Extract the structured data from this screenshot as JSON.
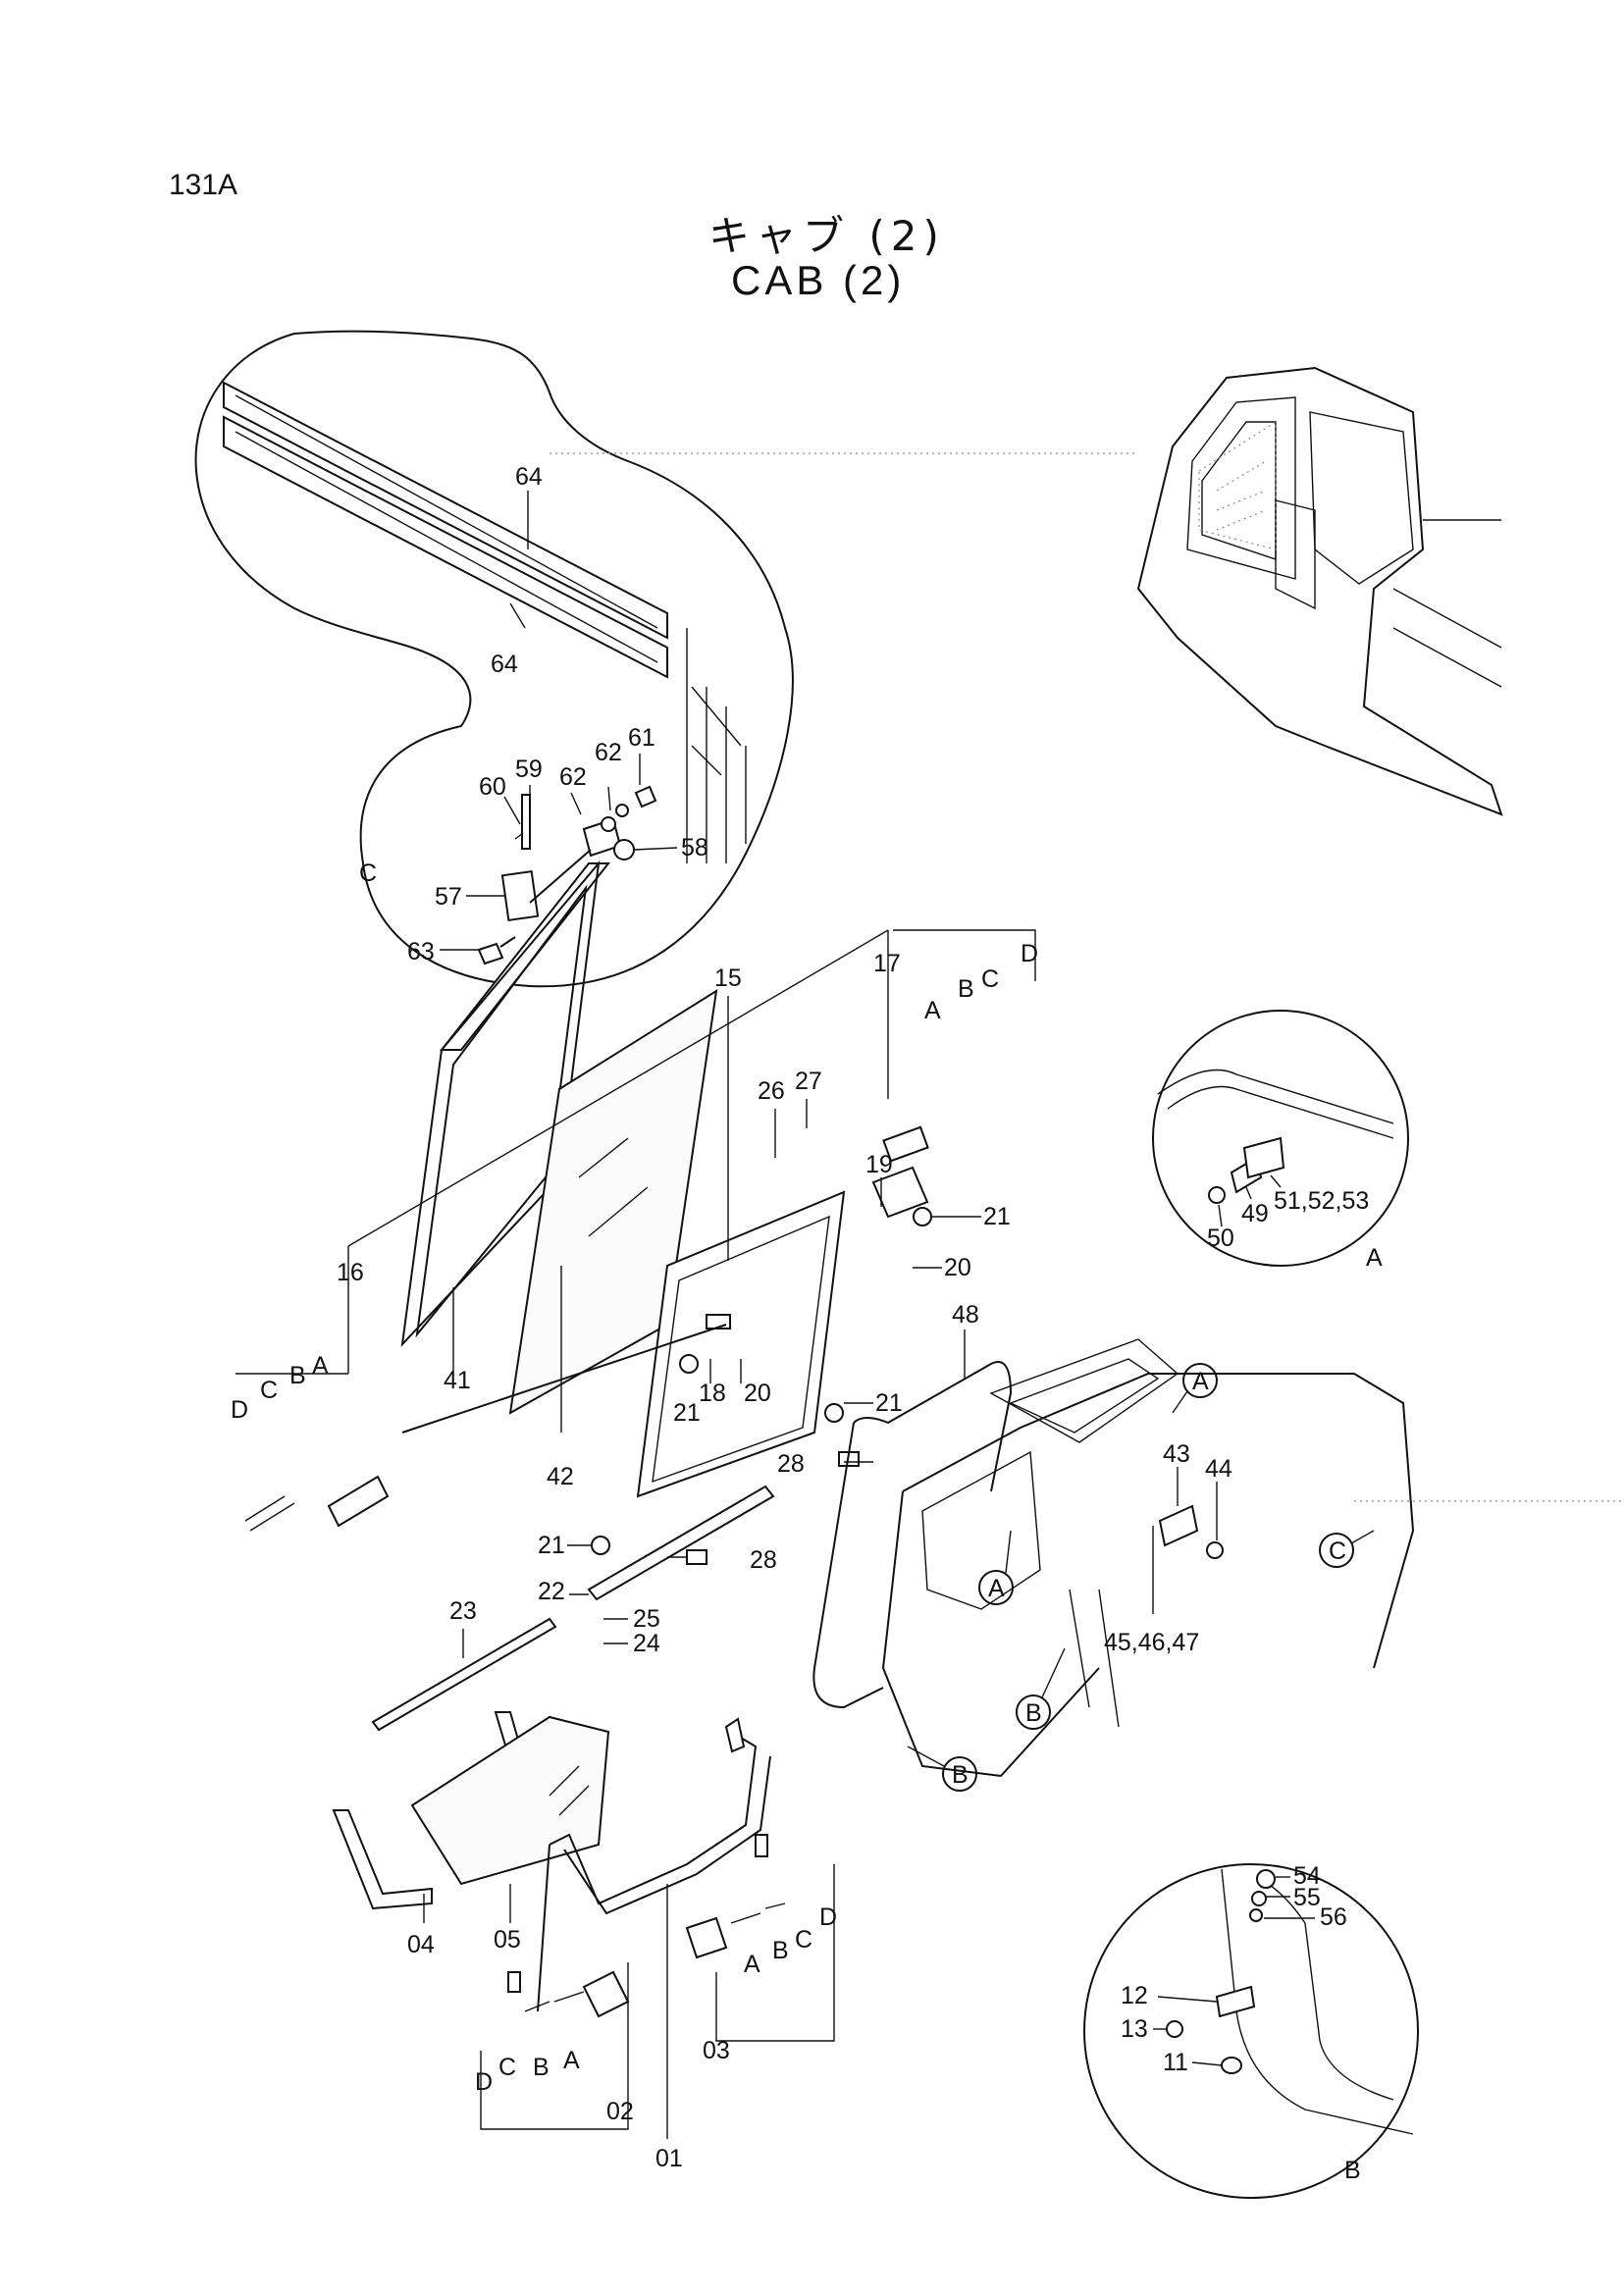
{
  "header": {
    "page_number": "131A",
    "title_jp": "キャブ (2)",
    "title_en": "CAB (2)"
  },
  "detail_labels": {
    "A": "A",
    "B": "B",
    "C": "C"
  },
  "callouts": {
    "p64a": "64",
    "p64b": "64",
    "p60": "60",
    "p59": "59",
    "p62a": "62",
    "p62b": "62",
    "p61": "61",
    "p58": "58",
    "p57": "57",
    "p63": "63",
    "p15": "15",
    "p17": "17",
    "p26": "26",
    "p27": "27",
    "p19": "19",
    "p21a": "21",
    "p20a": "20",
    "p16": "16",
    "p41": "41",
    "p42": "42",
    "p18": "18",
    "p20b": "20",
    "p21b": "21",
    "p21c": "21",
    "p28a": "28",
    "p21d": "21",
    "p28b": "28",
    "p22": "22",
    "p25": "25",
    "p24": "24",
    "p23": "23",
    "p48": "48",
    "p43": "43",
    "p44": "44",
    "p454647": "45,46,47",
    "p50": "50",
    "p49": "49",
    "p515253": "51,52,53",
    "p04": "04",
    "p05": "05",
    "p01": "01",
    "p02": "02",
    "p03": "03",
    "p54": "54",
    "p55": "55",
    "p56": "56",
    "p12": "12",
    "p13": "13",
    "p11": "11"
  },
  "sub_letters": {
    "A": "A",
    "B": "B",
    "C": "C",
    "D": "D"
  },
  "circle_markers": {
    "A": "A",
    "B": "B",
    "C": "C"
  }
}
